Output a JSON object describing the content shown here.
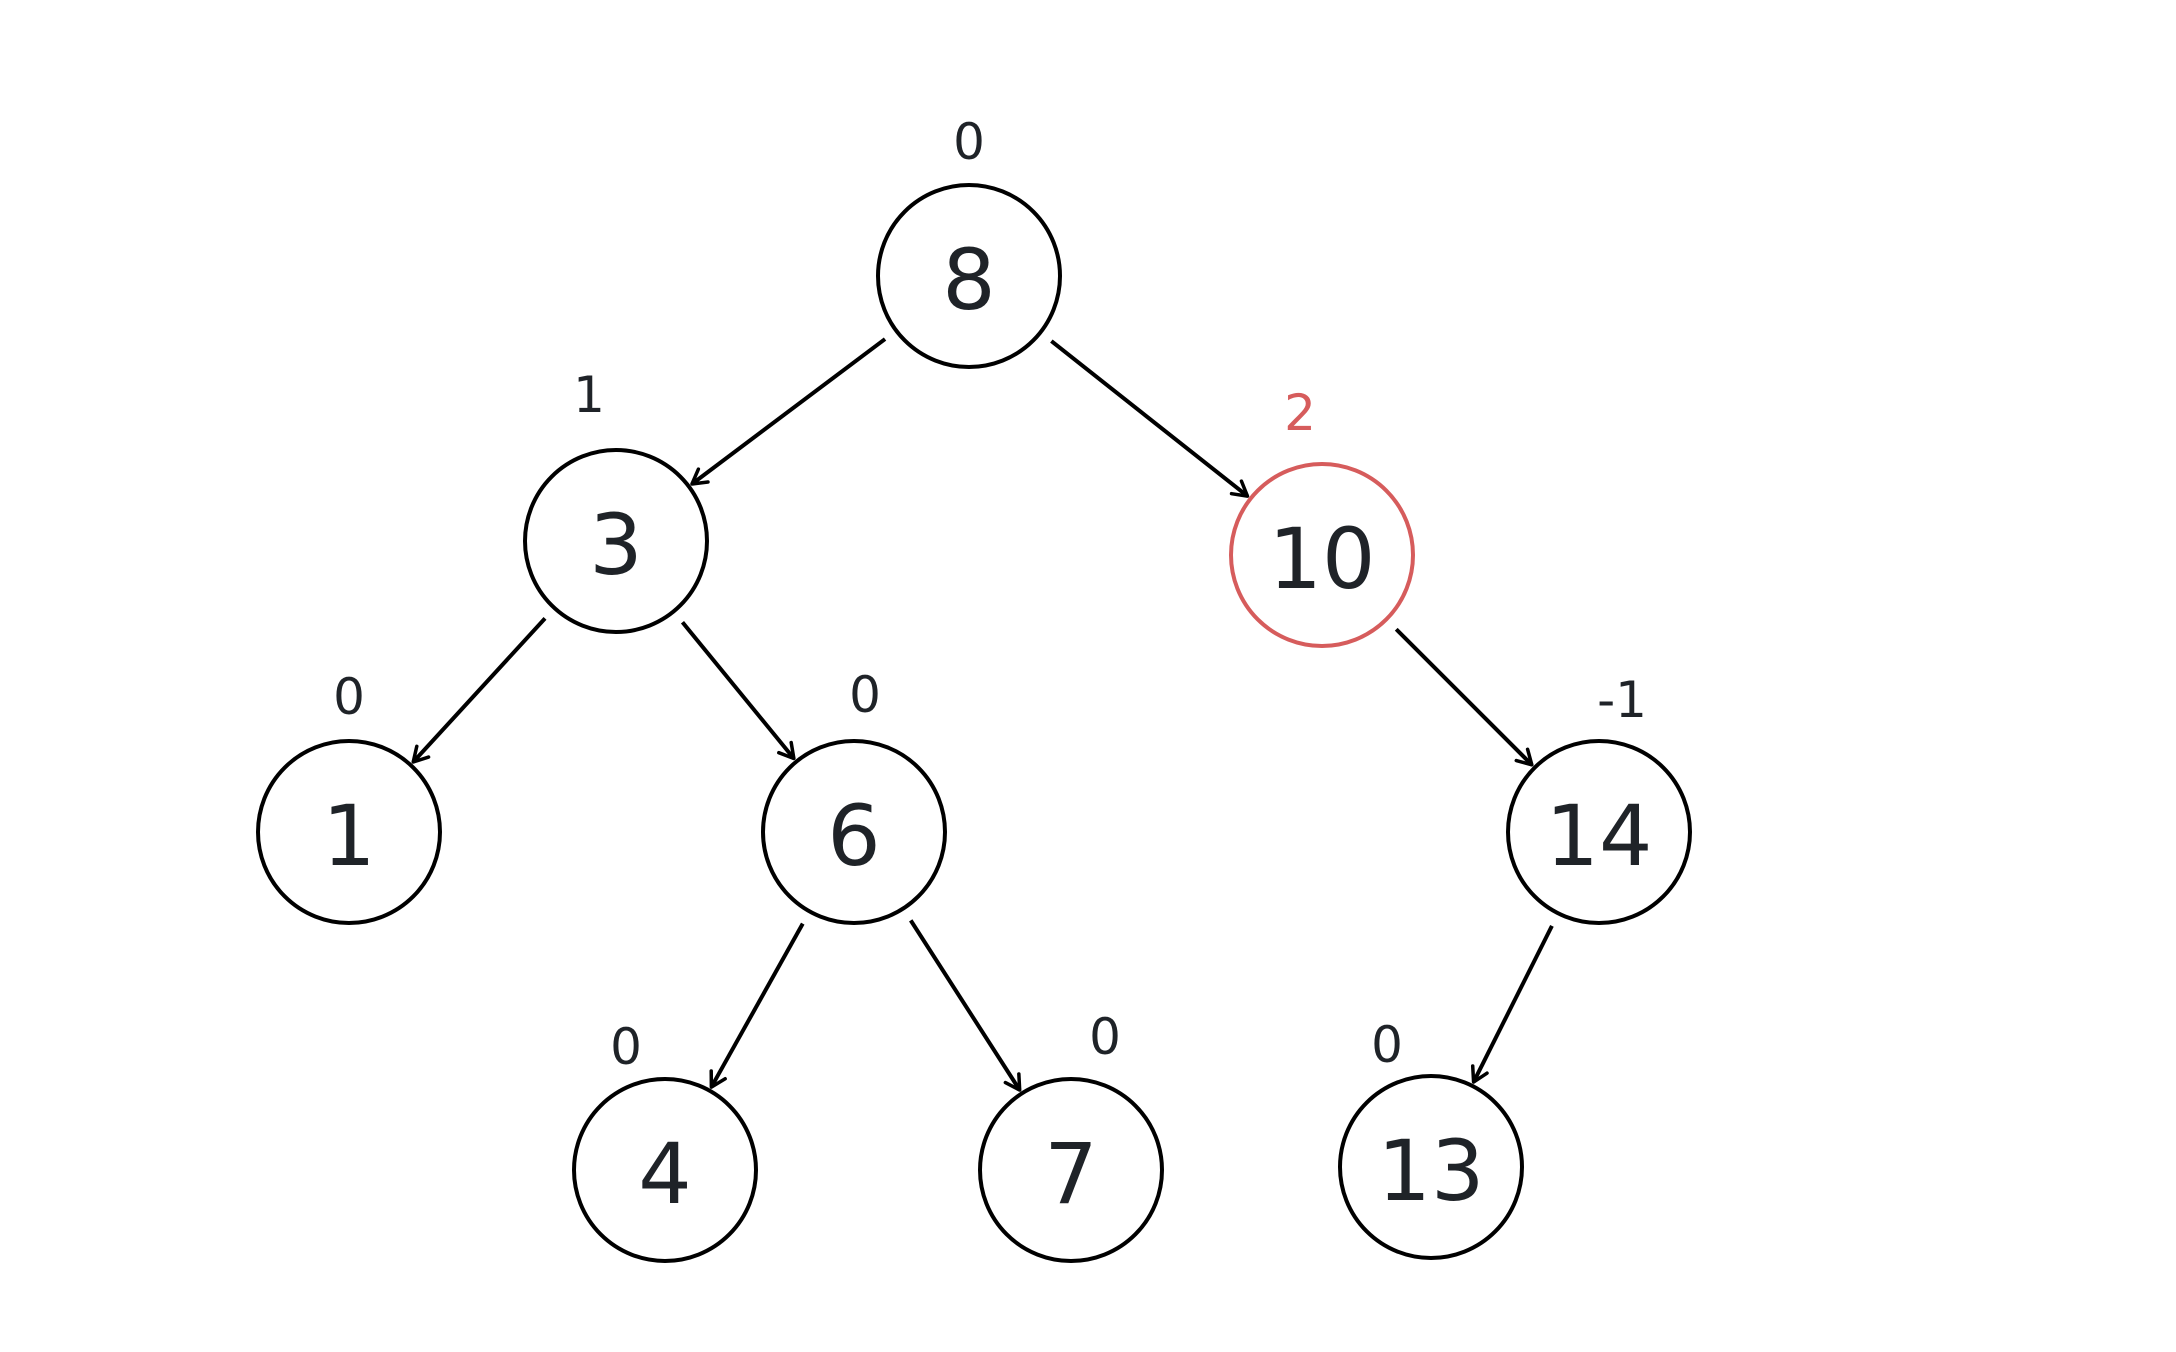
{
  "colors": {
    "default": "#000000",
    "text": "#1f2328",
    "highlight": "#d65c5c"
  },
  "nodes": [
    {
      "id": "n8",
      "value": "8",
      "balance": "0",
      "highlight": false
    },
    {
      "id": "n3",
      "value": "3",
      "balance": "1",
      "highlight": false
    },
    {
      "id": "n10",
      "value": "10",
      "balance": "2",
      "highlight": true
    },
    {
      "id": "n1",
      "value": "1",
      "balance": "0",
      "highlight": false
    },
    {
      "id": "n6",
      "value": "6",
      "balance": "0",
      "highlight": false
    },
    {
      "id": "n14",
      "value": "14",
      "balance": "-1",
      "highlight": false
    },
    {
      "id": "n4",
      "value": "4",
      "balance": "0",
      "highlight": false
    },
    {
      "id": "n7",
      "value": "7",
      "balance": "0",
      "highlight": false
    },
    {
      "id": "n13",
      "value": "13",
      "balance": "0",
      "highlight": false
    }
  ],
  "edges": [
    {
      "from": "n8",
      "to": "n3"
    },
    {
      "from": "n8",
      "to": "n10"
    },
    {
      "from": "n3",
      "to": "n1"
    },
    {
      "from": "n3",
      "to": "n6"
    },
    {
      "from": "n10",
      "to": "n14"
    },
    {
      "from": "n6",
      "to": "n4"
    },
    {
      "from": "n6",
      "to": "n7"
    },
    {
      "from": "n14",
      "to": "n13"
    }
  ]
}
